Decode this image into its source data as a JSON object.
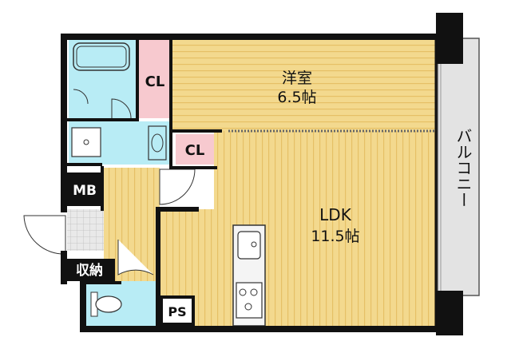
{
  "rooms": {
    "western_room": {
      "name": "洋室",
      "size": "6.5帖"
    },
    "ldk": {
      "name": "LDK",
      "size": "11.5帖"
    },
    "closet_upper": "CL",
    "closet_lower": "CL",
    "mb": "MB",
    "storage": "収納",
    "ps": "PS",
    "balcony": "バルコニー"
  },
  "colors": {
    "floor_wood": "#f3d98e",
    "wood_stripe": "#e6c066",
    "wet_area": "#b8ecf5",
    "closet": "#f7c9cf",
    "wall": "#111111",
    "balcony": "#e3e3e3"
  },
  "icons": [
    "bathtub-icon",
    "toilet-icon",
    "washbasin-icon",
    "sink-icon",
    "stove-icon",
    "washing-machine-pan-icon",
    "door-swing-icon"
  ]
}
